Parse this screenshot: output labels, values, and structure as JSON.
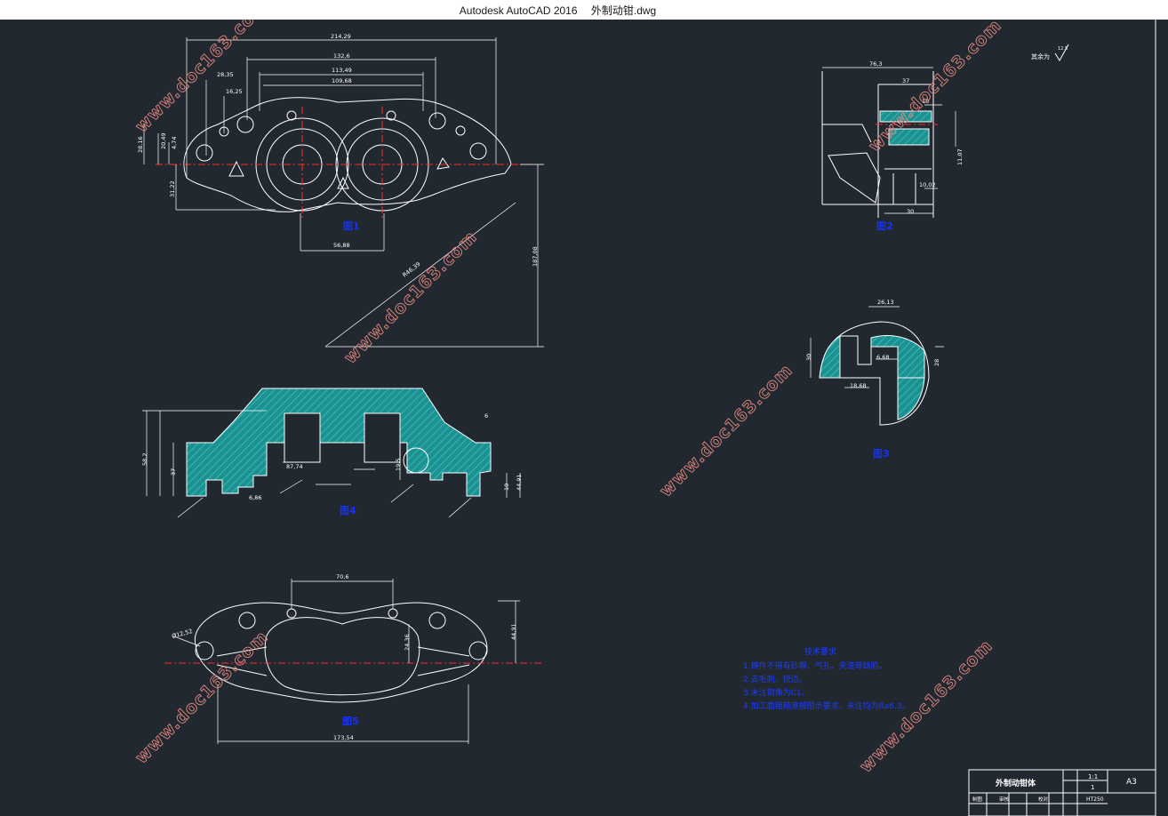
{
  "window": {
    "app_title": "Autodesk AutoCAD 2016",
    "file_name": "外制动钳.dwg"
  },
  "views": {
    "top": {
      "label": "图1",
      "dims": [
        "214,29",
        "132,6",
        "113,49",
        "109,68",
        "28,35",
        "16,25",
        "28,16",
        "20,49",
        "4,74",
        "31,22",
        "56,88",
        "R46,39",
        "187,08"
      ]
    },
    "side": {
      "label": "图2",
      "dims": [
        "76,3",
        "37",
        "10",
        "11,07",
        "10,02",
        "30"
      ]
    },
    "detail": {
      "label": "图3",
      "dims": [
        "26,13",
        "6,68",
        "18,68",
        "30",
        "28"
      ]
    },
    "section": {
      "label": "图4",
      "dims": [
        "58,2",
        "37",
        "87,74",
        "19,5",
        "6,86",
        "44,91",
        "10",
        "6"
      ]
    },
    "bottom": {
      "label": "图5",
      "dims": [
        "70,6",
        "44,91",
        "24,36",
        "173,54",
        "Ø12,52"
      ]
    }
  },
  "tech": {
    "title": "技术要求",
    "items": [
      "1.铸件不得有砂眼、气孔、夹渣等缺陷。",
      "2.去毛刺、锐边。",
      "3.未注倒角为C1。",
      "4.加工面粗糙度按图示要求，未注均为Ra6.3。"
    ]
  },
  "roughness": {
    "label": "其余为",
    "value": "12.5"
  },
  "title_block": {
    "part_name": "外制动钳体",
    "scale": "1:1",
    "qty": "1",
    "size": "A3",
    "material": "HT250",
    "row_labels": [
      "制图",
      "审核",
      "校对"
    ]
  },
  "watermark": "www.doc163.com",
  "colors": {
    "background": "#212830",
    "line": "#ffffff",
    "centerline": "#ff2a2a",
    "hatch": "#1aa0a0",
    "view_label": "#1530ff",
    "watermark": "#e0867d"
  }
}
